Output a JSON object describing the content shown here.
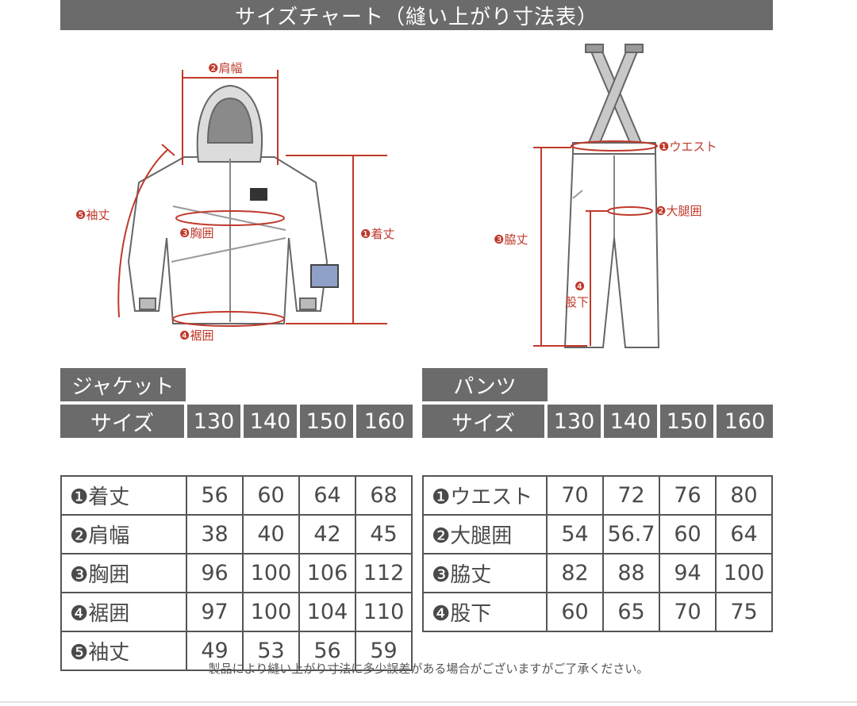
{
  "title": "サイズチャート（縫い上がり寸法表）",
  "diagram": {
    "jacket_labels": {
      "shoulder": "❷肩幅",
      "sleeve": "❺袖丈",
      "chest": "❸胸囲",
      "length": "❶着丈",
      "hem": "❹裾囲"
    },
    "pants_labels": {
      "waist": "❶ウエスト",
      "thigh": "❷大腿囲",
      "side": "❸脇丈",
      "inseam_num": "❹",
      "inseam": "股下"
    }
  },
  "jacket": {
    "section": "ジャケット",
    "size_header": "サイズ",
    "sizes": [
      "130",
      "140",
      "150",
      "160"
    ],
    "rows": [
      {
        "label": "❶着丈",
        "values": [
          "56",
          "60",
          "64",
          "68"
        ]
      },
      {
        "label": "❷肩幅",
        "values": [
          "38",
          "40",
          "42",
          "45"
        ]
      },
      {
        "label": "❸胸囲",
        "values": [
          "96",
          "100",
          "106",
          "112"
        ]
      },
      {
        "label": "❹裾囲",
        "values": [
          "97",
          "100",
          "104",
          "110"
        ]
      },
      {
        "label": "❺袖丈",
        "values": [
          "49",
          "53",
          "56",
          "59"
        ]
      }
    ]
  },
  "pants": {
    "section": "パンツ",
    "size_header": "サイズ",
    "sizes": [
      "130",
      "140",
      "150",
      "160"
    ],
    "rows": [
      {
        "label": "❶ウエスト",
        "values": [
          "70",
          "72",
          "76",
          "80"
        ]
      },
      {
        "label": "❷大腿囲",
        "values": [
          "54",
          "56.7",
          "60",
          "64"
        ]
      },
      {
        "label": "❸脇丈",
        "values": [
          "82",
          "88",
          "94",
          "100"
        ]
      },
      {
        "label": "❹股下",
        "values": [
          "60",
          "65",
          "70",
          "75"
        ]
      }
    ]
  },
  "note": "製品により縫い上がり寸法に多少誤差がある場合がございますがご了承ください。",
  "colors": {
    "header_bg": "#6b6b6b",
    "measure_red": "#c0392b",
    "border": "#555555"
  }
}
